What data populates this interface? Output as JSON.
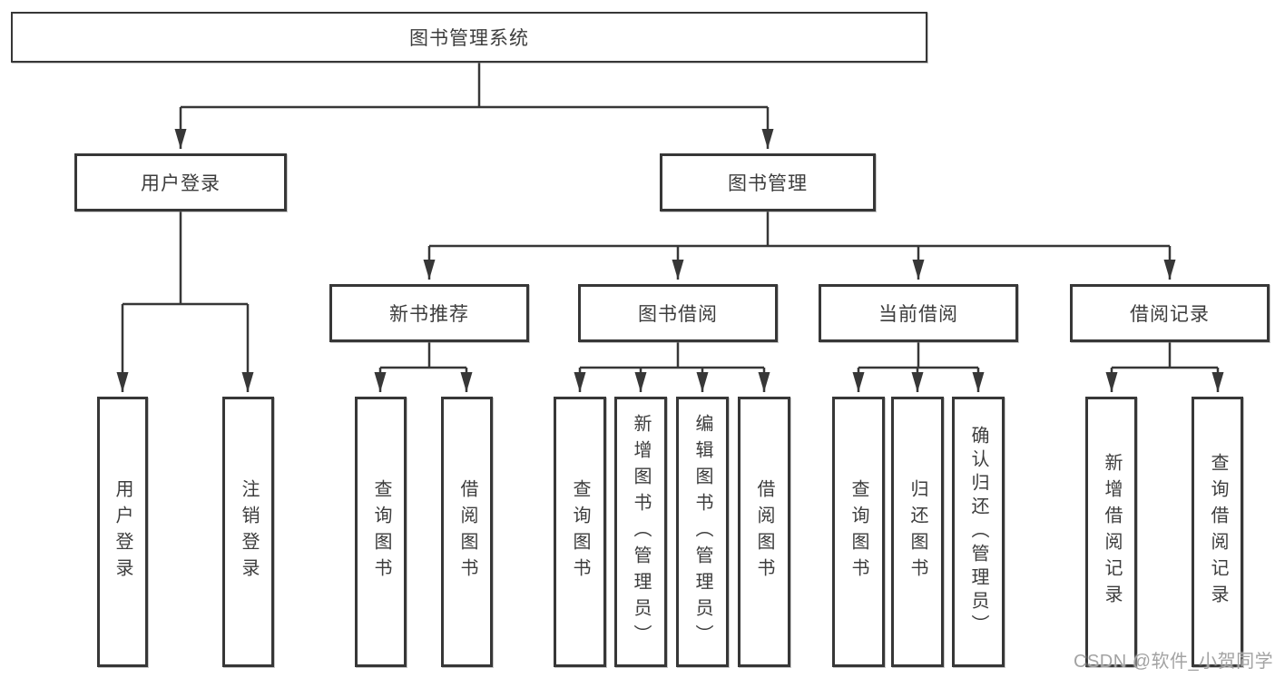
{
  "diagram_type": "hierarchy-tree",
  "tree": {
    "label": "图书管理系统",
    "children": [
      {
        "label": "用户登录",
        "children": [
          {
            "label": "用户登录"
          },
          {
            "label": "注销登录"
          }
        ]
      },
      {
        "label": "图书管理",
        "children": [
          {
            "label": "新书推荐",
            "children": [
              {
                "label": "查询图书"
              },
              {
                "label": "借阅图书"
              }
            ]
          },
          {
            "label": "图书借阅",
            "children": [
              {
                "label": "查询图书"
              },
              {
                "label": "新增图书（管理员）"
              },
              {
                "label": "编辑图书（管理员）"
              },
              {
                "label": "借阅图书"
              }
            ]
          },
          {
            "label": "当前借阅",
            "children": [
              {
                "label": "查询图书"
              },
              {
                "label": "归还图书"
              },
              {
                "label": "确认归还（管理员）"
              }
            ]
          },
          {
            "label": "借阅记录",
            "children": [
              {
                "label": "新增借阅记录"
              },
              {
                "label": "查询借阅记录"
              }
            ]
          }
        ]
      }
    ]
  },
  "watermark": "CSDN @软件_小贺同学",
  "colors": {
    "line": "#373737",
    "box_border": "#373737",
    "box_fill": "#ffffff",
    "text": "#3d3d3d",
    "watermark": "#a3a3a3",
    "background": "#ffffff"
  }
}
